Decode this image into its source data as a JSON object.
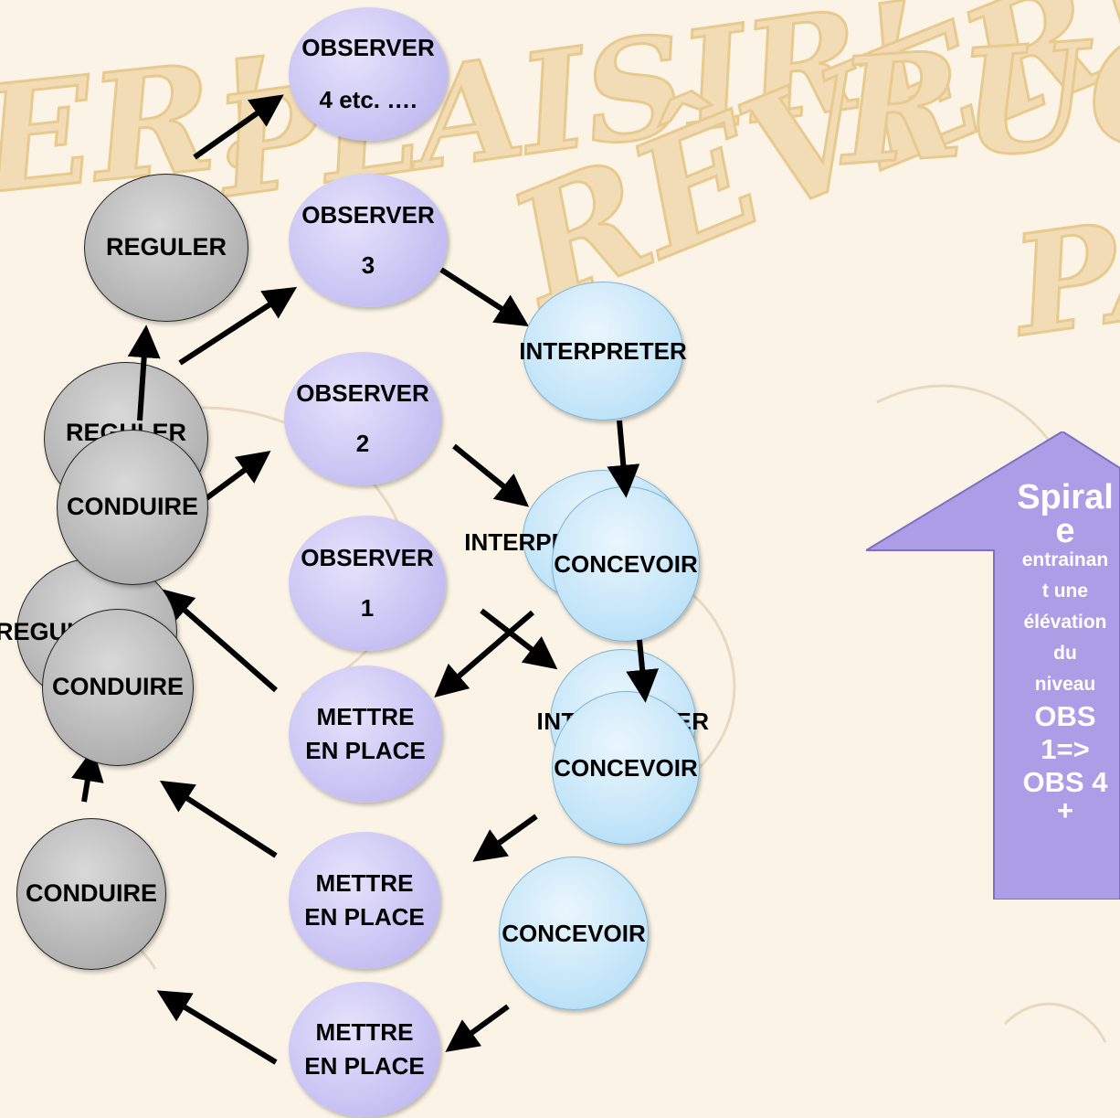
{
  "background": {
    "color": "#fbf4e6",
    "lettering": [
      "ER!",
      "PLAISIR!",
      "RÊVER!",
      "RUGBY",
      "PA"
    ]
  },
  "nodes": {
    "observer4": {
      "label": "OBSERVER",
      "sub": "4 etc. …."
    },
    "observer3": {
      "label": "OBSERVER",
      "sub": "3"
    },
    "observer2": {
      "label": "OBSERVER",
      "sub": "2"
    },
    "observer1": {
      "label": "OBSERVER",
      "sub": "1"
    },
    "reguler_top": "REGULER",
    "reguler_mid": "REGULER",
    "reguler_low": "REGULER",
    "conduire_1": "CONDUIRE",
    "conduire_2": "CONDUIRE",
    "conduire_3": "CONDUIRE",
    "interpreter_top": "INTERPRETER",
    "interpreter_mid": "INTERPRETER",
    "interpreter_low": "INTERPRETER",
    "concevoir_1": "CONCEVOIR",
    "concevoir_2": "CONCEVOIR",
    "concevoir_3": "CONCEVOIR",
    "mettre_1": {
      "line1": "METTRE",
      "line2": "EN PLACE"
    },
    "mettre_2": {
      "line1": "METTRE",
      "line2": "EN PLACE"
    },
    "mettre_3": {
      "line1": "METTRE",
      "line2": "EN PLACE"
    }
  },
  "spiral_arrow": {
    "line1": "Spiral",
    "line2": "e",
    "line3": "entrainan",
    "line4": "t une",
    "line5": "élévation",
    "line6": "du",
    "line7": "niveau",
    "line8": "OBS",
    "line9": "1=>",
    "line10": "OBS 4",
    "line11": "+",
    "fill": "#ab9de6"
  }
}
